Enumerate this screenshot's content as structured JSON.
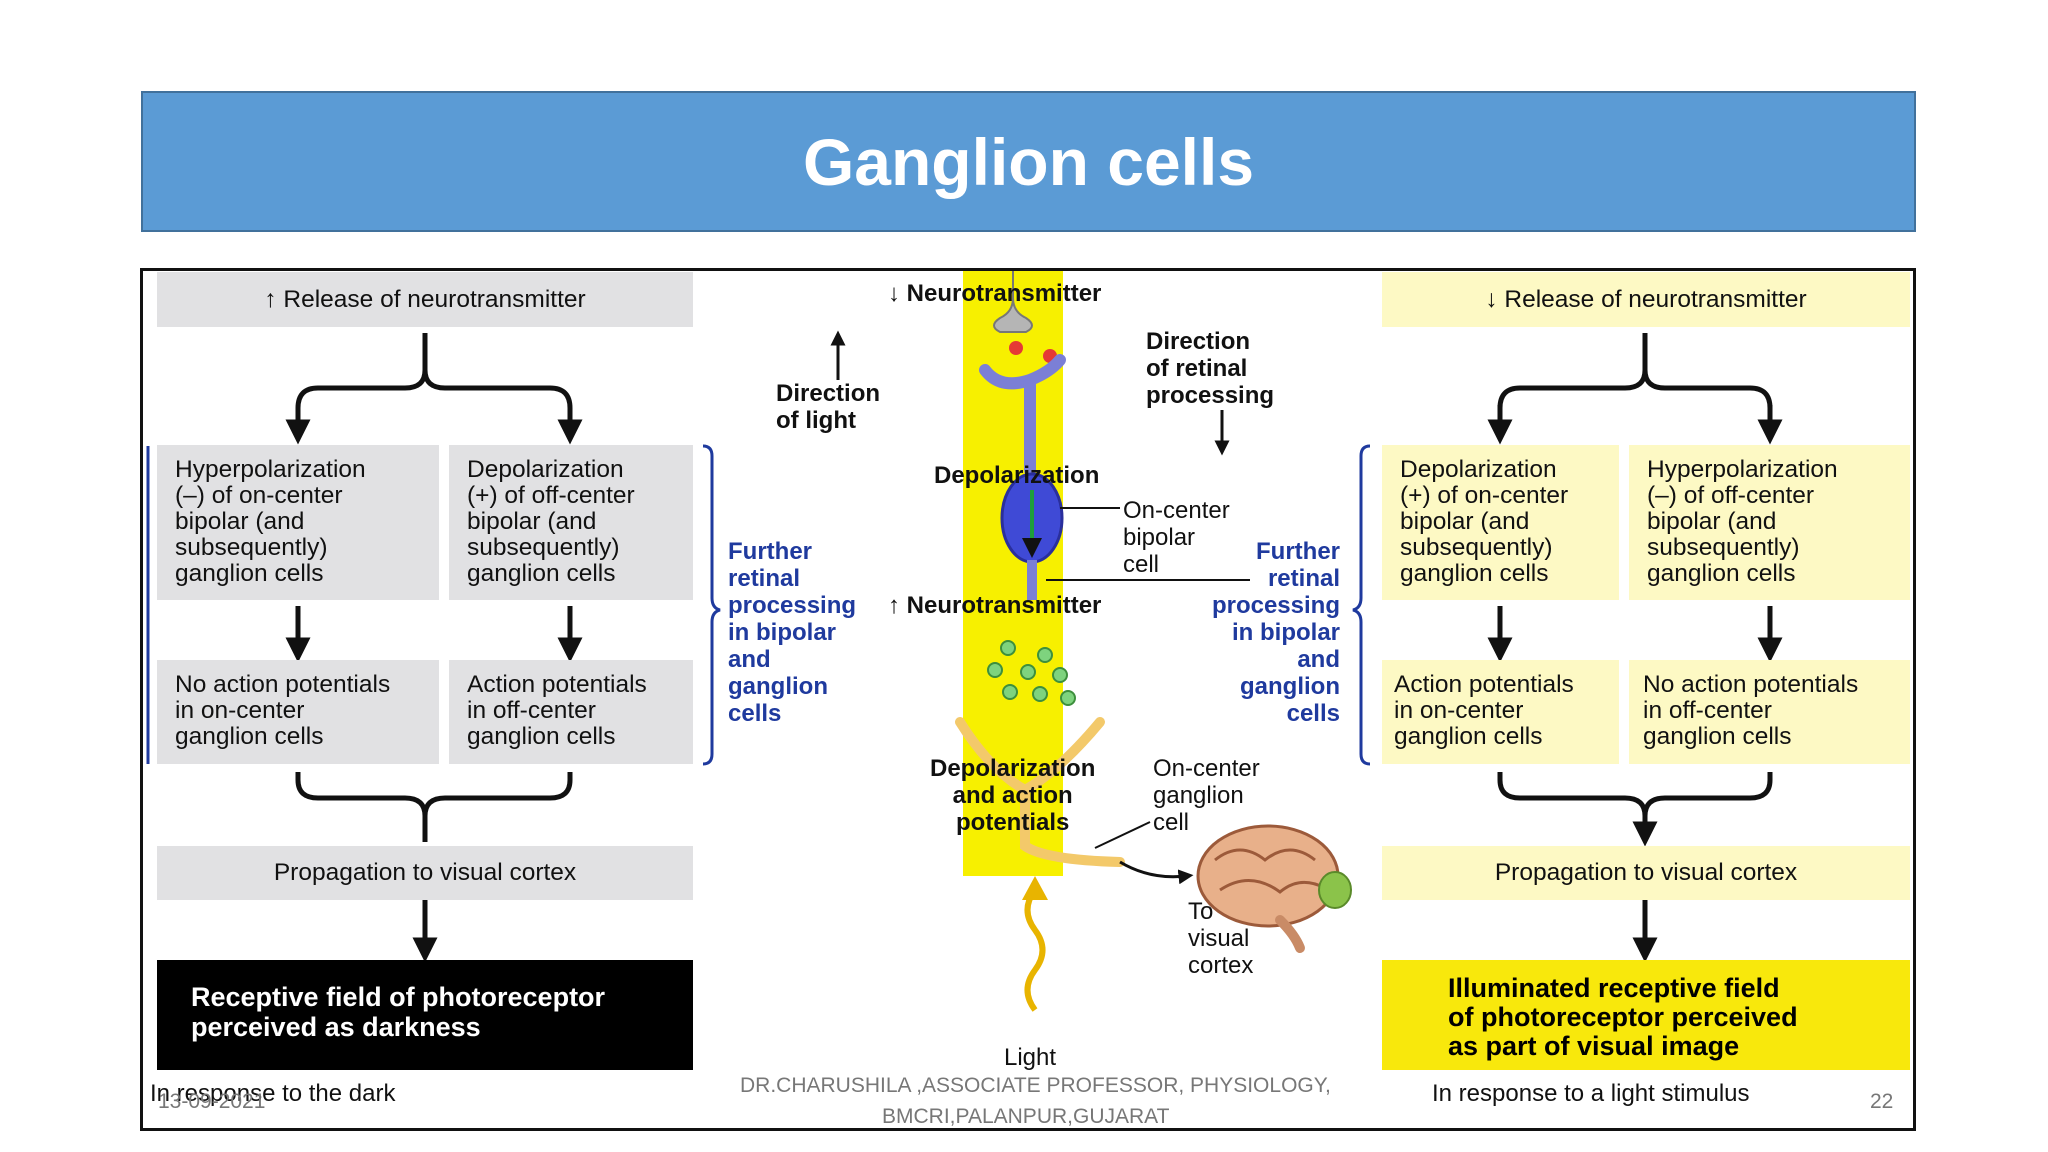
{
  "slide": {
    "title": "Ganglion cells",
    "date": "13-09-2021",
    "author_line1": "DR.CHARUSHILA ,ASSOCIATE PROFESSOR, PHYSIOLOGY,",
    "author_line2": "BMCRI,PALANPUR,GUJARAT",
    "page_number": "22"
  },
  "left": {
    "release": "↑ Release of neurotransmitter",
    "hyper": "Hyperpolarization\n(–) of on-center\nbipolar (and\nsubsequently)\nganglion cells",
    "depol": "Depolarization\n(+) of off-center\nbipolar (and\nsubsequently)\nganglion cells",
    "no_ap": "No action potentials\nin on-center\nganglion cells",
    "ap": "Action potentials\nin off-center\nganglion cells",
    "propagation": "Propagation to visual cortex",
    "result": "Receptive field of photoreceptor\nperceived as darkness",
    "caption": "In response to the dark",
    "further": "Further\nretinal\nprocessing\nin bipolar\nand\nganglion\ncells"
  },
  "right": {
    "release": "↓ Release of neurotransmitter",
    "depol": "Depolarization\n(+) of on-center\nbipolar (and\nsubsequently)\nganglion cells",
    "hyper": "Hyperpolarization\n(–) of off-center\nbipolar (and\nsubsequently)\nganglion cells",
    "ap": "Action potentials\nin on-center\nganglion cells",
    "no_ap": "No action potentials\nin off-center\nganglion cells",
    "propagation": "Propagation to visual cortex",
    "result": "Illuminated receptive field\nof photoreceptor perceived\nas part of visual image",
    "caption": "In response to a light stimulus",
    "further": "Further\nretinal\nprocessing\nin bipolar\nand\nganglion\ncells"
  },
  "center": {
    "neurotransmitter_top": "↓ Neurotransmitter",
    "direction_light": "Direction\nof light",
    "direction_processing": "Direction\nof retinal\nprocessing",
    "depolarization": "Depolarization",
    "on_center_bipolar": "On-center\nbipolar\ncell",
    "neurotransmitter_mid": "↑ Neurotransmitter",
    "depol_action": "Depolarization\nand action\npotentials",
    "on_center_ganglion": "On-center\nganglion\ncell",
    "to_cortex": "To\nvisual\ncortex",
    "light": "Light"
  },
  "colors": {
    "title_bar": "#5b9bd5",
    "gray_box": "#e1e1e3",
    "pale_box": "#fdf9c4",
    "yellow_strip": "#f7f000",
    "blue_text": "#1f3a9e"
  }
}
